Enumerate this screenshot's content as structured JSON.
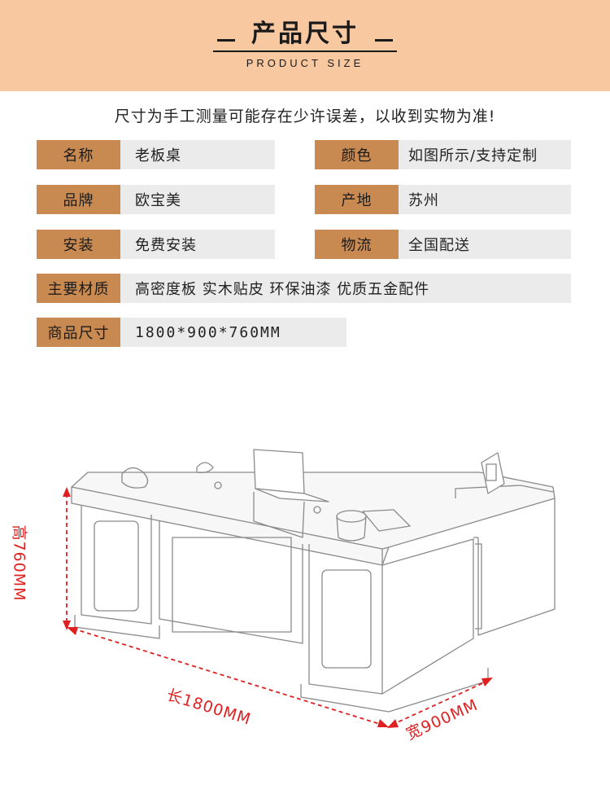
{
  "header": {
    "title": "产品尺寸",
    "subtitle": "PRODUCT SIZE"
  },
  "notice": "尺寸为手工测量可能存在少许误差，以收到实物为准!",
  "specs": {
    "name": {
      "label": "名称",
      "value": "老板桌"
    },
    "color": {
      "label": "颜色",
      "value": "如图所示/支持定制"
    },
    "brand": {
      "label": "品牌",
      "value": "欧宝美"
    },
    "origin": {
      "label": "产地",
      "value": "苏州"
    },
    "install": {
      "label": "安装",
      "value": "免费安装"
    },
    "logistics": {
      "label": "物流",
      "value": "全国配送"
    },
    "material": {
      "label": "主要材质",
      "value": "高密度板 实木贴皮 环保油漆 优质五金配件"
    },
    "size": {
      "label": "商品尺寸",
      "value": "1800*900*760MM"
    }
  },
  "dimensions": {
    "height": "高760MM",
    "length": "长1800MM",
    "width": "宽900MM"
  },
  "colors": {
    "header_bg": "#f8c8a0",
    "label_bg": "#c98a52",
    "value_bg": "#ebebeb",
    "dimension_red": "#e02020"
  }
}
